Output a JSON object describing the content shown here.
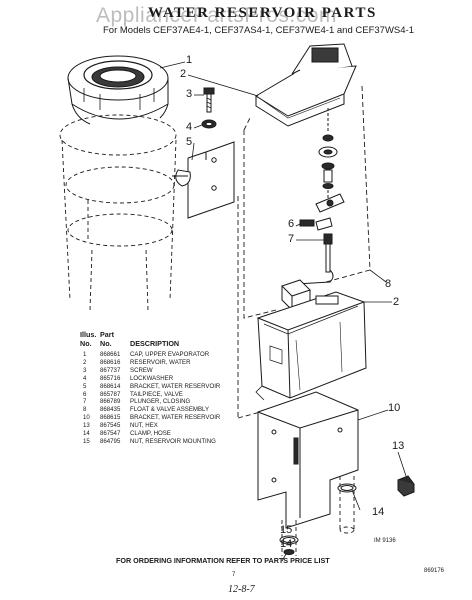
{
  "watermark": "AppliancePartsPros.com",
  "title": "WATER RESERVOIR PARTS",
  "subtitle": "For Models CEF37AE4-1, CEF37AS4-1, CEF37WE4-1 and CEF37WS4-1",
  "callouts": [
    "1",
    "2",
    "3",
    "4",
    "5",
    "6",
    "7",
    "8",
    "2",
    "10",
    "13",
    "14",
    "15",
    "14"
  ],
  "parts_table": {
    "headers": {
      "illus_line1": "Illus.",
      "illus_line2": "No.",
      "part_line1": "Part",
      "part_line2": "No.",
      "description": "DESCRIPTION"
    },
    "rows": [
      {
        "illus": "1",
        "part": "868661",
        "desc": "CAP, UPPER EVAPORATOR"
      },
      {
        "illus": "2",
        "part": "868616",
        "desc": "RESERVOIR, WATER"
      },
      {
        "illus": "3",
        "part": "867737",
        "desc": "SCREW"
      },
      {
        "illus": "4",
        "part": "865716",
        "desc": "LOCKWASHER"
      },
      {
        "illus": "5",
        "part": "868614",
        "desc": "BRACKET, WATER RESERVOIR"
      },
      {
        "illus": "6",
        "part": "865787",
        "desc": "TAILPIECE, VALVE"
      },
      {
        "illus": "7",
        "part": "866789",
        "desc": "PLUNGER, CLOSING"
      },
      {
        "illus": "8",
        "part": "868435",
        "desc": "FLOAT & VALVE ASSEMBLY"
      },
      {
        "illus": "10",
        "part": "868615",
        "desc": "BRACKET, WATER RESERVOIR"
      },
      {
        "illus": "13",
        "part": "867545",
        "desc": "NUT, HEX"
      },
      {
        "illus": "14",
        "part": "867547",
        "desc": "CLAMP, HOSE"
      },
      {
        "illus": "15",
        "part": "864795",
        "desc": "NUT, RESERVOIR MOUNTING"
      }
    ]
  },
  "diagram_code": "IM 9136",
  "footer": "FOR ORDERING INFORMATION REFER TO PARTS PRICE LIST",
  "page_number": "7",
  "doc_number": "869176",
  "handwritten_date": "12-8-7"
}
